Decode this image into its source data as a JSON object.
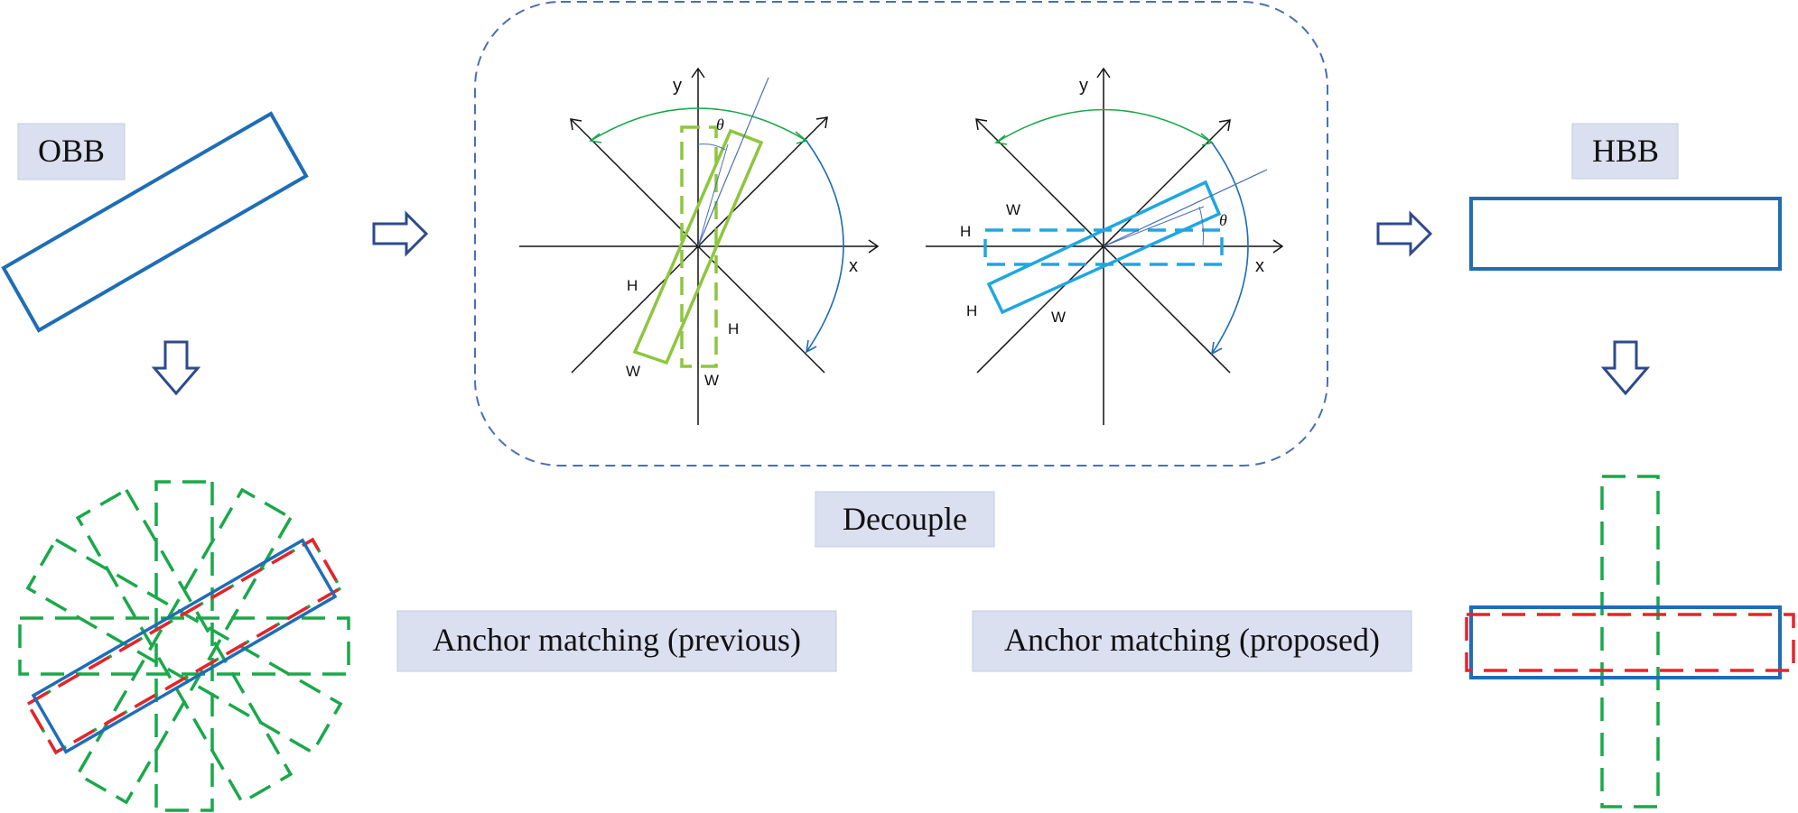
{
  "labels": {
    "obb": "OBB",
    "hbb": "HBB",
    "decouple": "Decouple",
    "anchor_previous": "Anchor matching (previous)",
    "anchor_proposed": "Anchor matching (proposed)"
  },
  "axes_left": {
    "x": "x",
    "y": "y",
    "theta": "θ",
    "h_left": "H",
    "h_right": "H",
    "w_left": "W",
    "w_right": "W"
  },
  "axes_right": {
    "x": "x",
    "y": "y",
    "theta": "θ",
    "h_top": "H",
    "h_bottom": "H",
    "w_top": "W",
    "w_bottom": "W"
  },
  "colors": {
    "label_bg": "#dae0f0",
    "label_border": "#c3cbe0",
    "obb_blue": "#1f6db6",
    "anchor_green": "#1aa84a",
    "match_red": "#e8232a",
    "decouple_dash": "#4a6fb5",
    "light_green": "#8dc63f",
    "cyan": "#1ea7e1",
    "arrow_navy": "#2e4a8c",
    "axis_black": "#111111"
  }
}
